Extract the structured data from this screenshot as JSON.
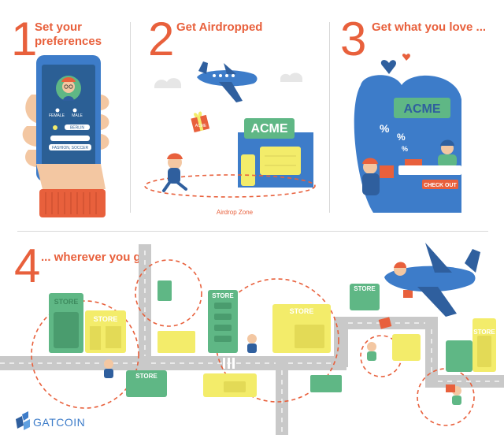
{
  "steps": [
    {
      "number": "1",
      "title_line1": "Set your",
      "title_line2": "preferences"
    },
    {
      "number": "2",
      "title": "Get Airdropped"
    },
    {
      "number": "3",
      "title": "Get what you love ..."
    },
    {
      "number": "4",
      "title": "... wherever you go"
    }
  ],
  "phone": {
    "gender_female": "FEMALE",
    "gender_male": "MALE",
    "city": "BERLIN",
    "interests": "FASHION, SOCCER"
  },
  "store_brand": "ACME",
  "airdrop_zone_label": "Airdrop Zone",
  "checkout_label": "CHECK OUT",
  "gift_label": "ACME",
  "percent_sign": "%",
  "map_store_label": "STORE",
  "brand": {
    "name": "GATCOIN"
  },
  "colors": {
    "accent": "#e8603c",
    "blue": "#3d7cc9",
    "dark_blue": "#2f5f9e",
    "green": "#5fb785",
    "yellow": "#f3ec6a",
    "road": "#c9c9c9",
    "divider": "#d8d8d8"
  }
}
